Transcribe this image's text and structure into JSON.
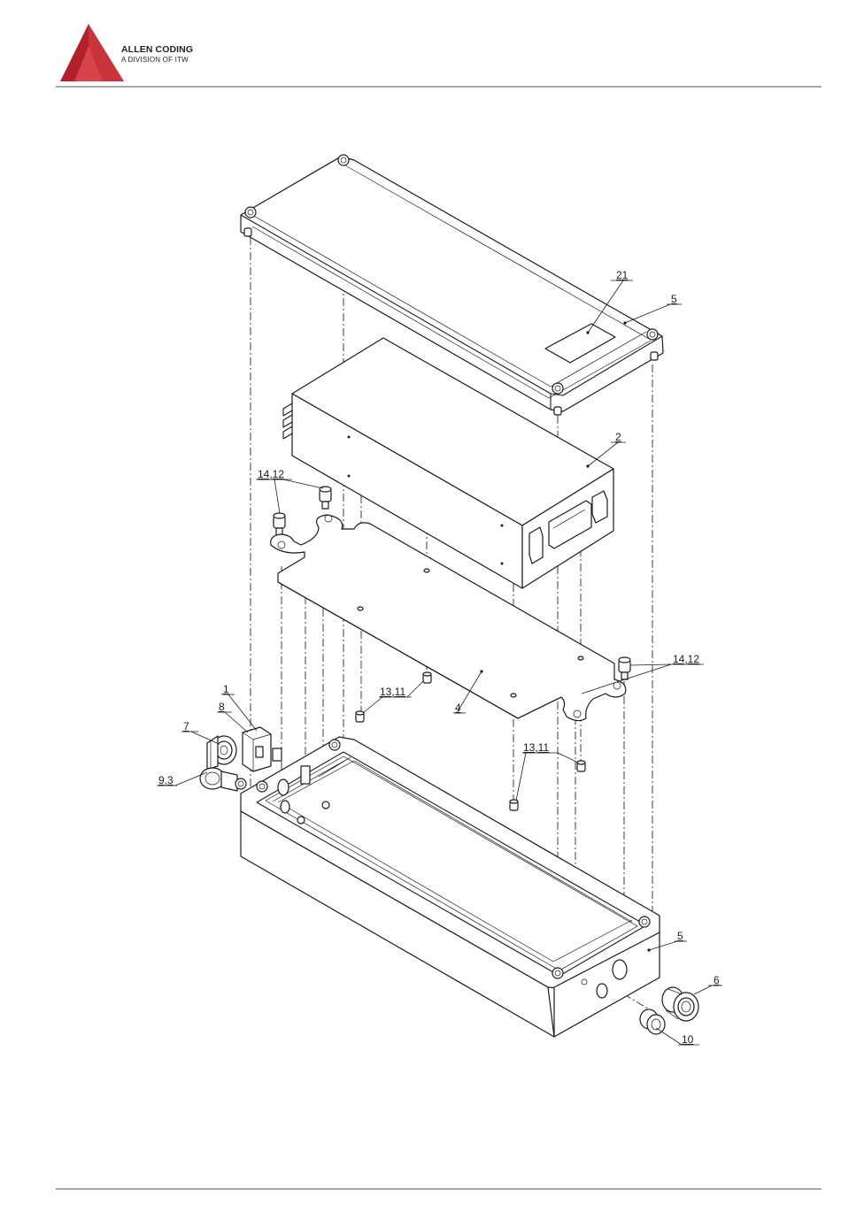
{
  "header": {
    "brand_name": "ALLEN CODING",
    "brand_sub": "A DIVISION OF ITW",
    "logo_colors": {
      "dark": "#b1212a",
      "light": "#d6454b"
    }
  },
  "callouts": {
    "c21": "21",
    "c5_lid": "5",
    "c2": "2",
    "c14_12_left": "14,12",
    "c14_12_right": "14,12",
    "c1": "1",
    "c8": "8",
    "c7": "7",
    "c9_3": "9,3",
    "c13_11_left": "13,11",
    "c4": "4",
    "c13_11_right": "13,11",
    "c5_box": "5",
    "c6": "6",
    "c10": "10"
  }
}
